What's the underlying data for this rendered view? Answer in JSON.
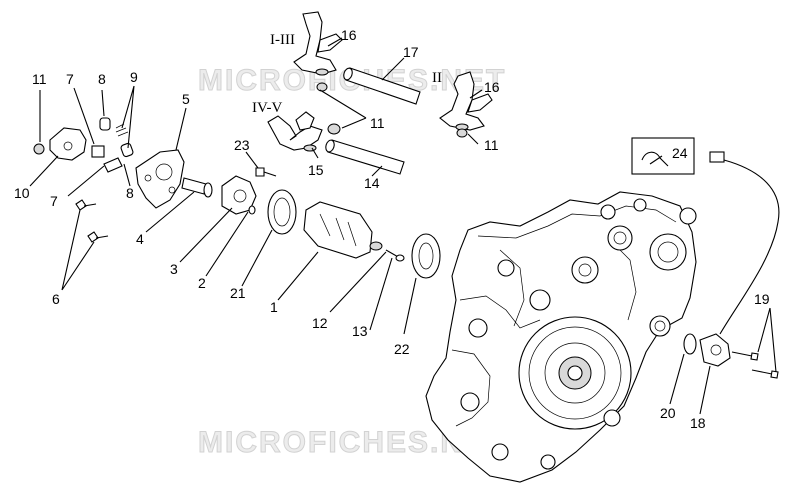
{
  "watermarks": [
    "MICROFICHES.NET",
    "MICROFICHES.NET"
  ],
  "group_labels": {
    "gear_1_3": "I-III",
    "gear_2": "II",
    "gear_4_5": "IV-V"
  },
  "callouts": {
    "c1": "1",
    "c2": "2",
    "c3": "3",
    "c4": "4",
    "c5": "5",
    "c6": "6",
    "c7a": "7",
    "c7b": "7",
    "c8a": "8",
    "c8b": "8",
    "c9": "9",
    "c10": "10",
    "c11a": "11",
    "c11b": "11",
    "c11c": "11",
    "c12": "12",
    "c13": "13",
    "c14": "14",
    "c15": "15",
    "c16a": "16",
    "c16b": "16",
    "c17": "17",
    "c18": "18",
    "c19": "19",
    "c20": "20",
    "c21": "21",
    "c22": "22",
    "c23": "23",
    "c24": "24"
  }
}
